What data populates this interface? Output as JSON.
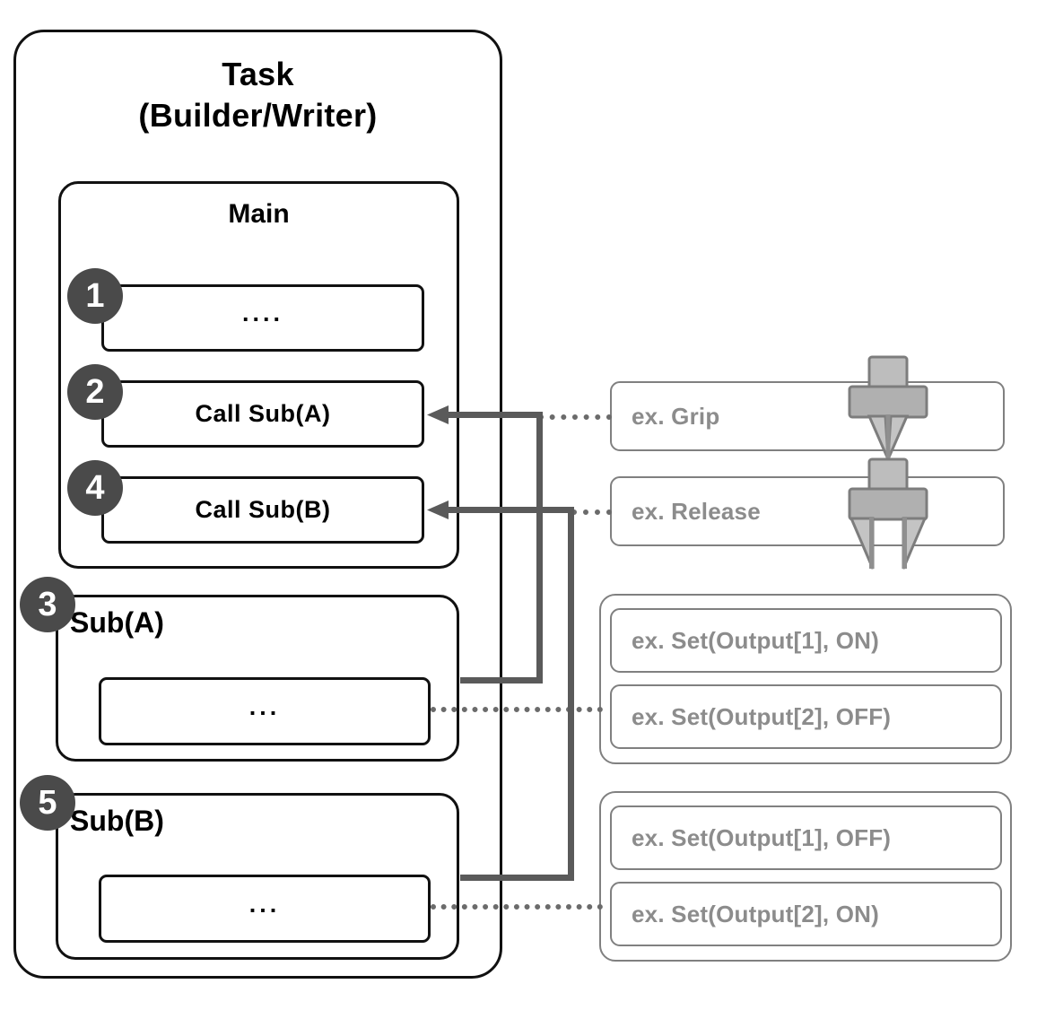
{
  "diagram": {
    "title": "Task (Builder/Writer) program structure with Main, Sub(A), Sub(B) and example robot commands"
  },
  "task": {
    "title_line1": "Task",
    "title_line2": "(Builder/Writer)"
  },
  "main": {
    "title": "Main",
    "steps": [
      {
        "badge": "1",
        "label": "...."
      },
      {
        "badge": "2",
        "label": "Call Sub(A)"
      },
      {
        "badge": "4",
        "label": "Call Sub(B)"
      }
    ]
  },
  "subroutines": [
    {
      "badge": "3",
      "title": "Sub(A)",
      "body": "..."
    },
    {
      "badge": "5",
      "title": "Sub(B)",
      "body": "..."
    }
  ],
  "examples": {
    "single": [
      {
        "label": "ex. Grip",
        "icon": "gripper-closed-icon"
      },
      {
        "label": "ex. Release",
        "icon": "gripper-open-icon"
      }
    ],
    "groups": [
      {
        "name": "sub-a-outputs",
        "items": [
          {
            "label": "ex. Set(Output[1], ON)"
          },
          {
            "label": "ex. Set(Output[2], OFF)"
          }
        ]
      },
      {
        "name": "sub-b-outputs",
        "items": [
          {
            "label": "ex. Set(Output[1], OFF)"
          },
          {
            "label": "ex. Set(Output[2], ON)"
          }
        ]
      }
    ]
  },
  "colors": {
    "outline_black": "#111111",
    "outline_gray": "#808080",
    "badge_fill": "#4a4a4a",
    "badge_text": "#ffffff",
    "example_text": "#8c8c8c",
    "connector": "#5a5a5a",
    "gripper_fill": "#b3b3b3",
    "gripper_stroke": "#7d7d7d",
    "background": "#ffffff"
  }
}
